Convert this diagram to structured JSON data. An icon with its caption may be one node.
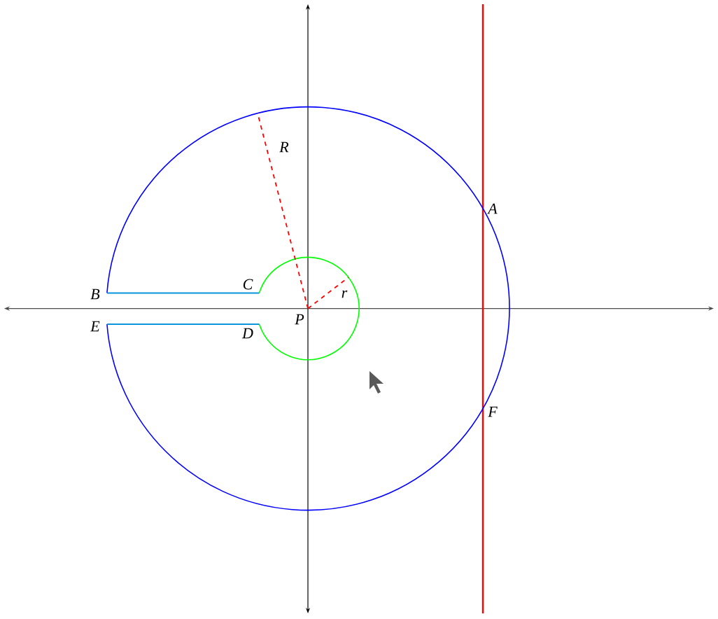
{
  "diagram": {
    "labels": [
      "R",
      "A",
      "B",
      "C",
      "r",
      "P",
      "E",
      "D",
      "F"
    ]
  }
}
